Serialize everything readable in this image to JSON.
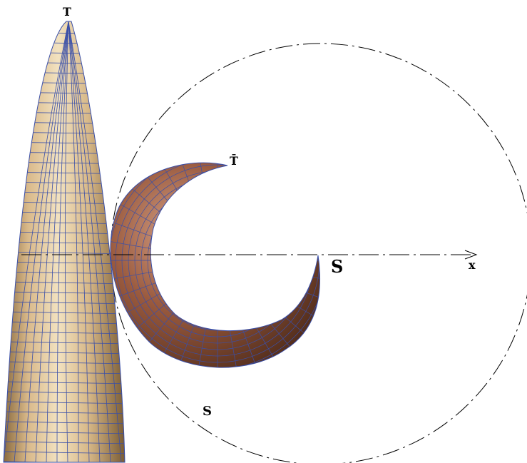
{
  "labels": {
    "cone_apex": "T",
    "horn_tip": "T̄",
    "horn_end": "S",
    "circle_label": "S",
    "x_axis": "x"
  },
  "colors": {
    "cone_fill_light": "#f2e2c0",
    "cone_fill_mid": "#d9b98a",
    "cone_fill_dark": "#8a6a3e",
    "horn_fill_light": "#d9a58a",
    "horn_fill_mid": "#9a5a3e",
    "horn_fill_dark": "#4a2818",
    "mesh": "#3a4fa8",
    "line": "#000000"
  }
}
